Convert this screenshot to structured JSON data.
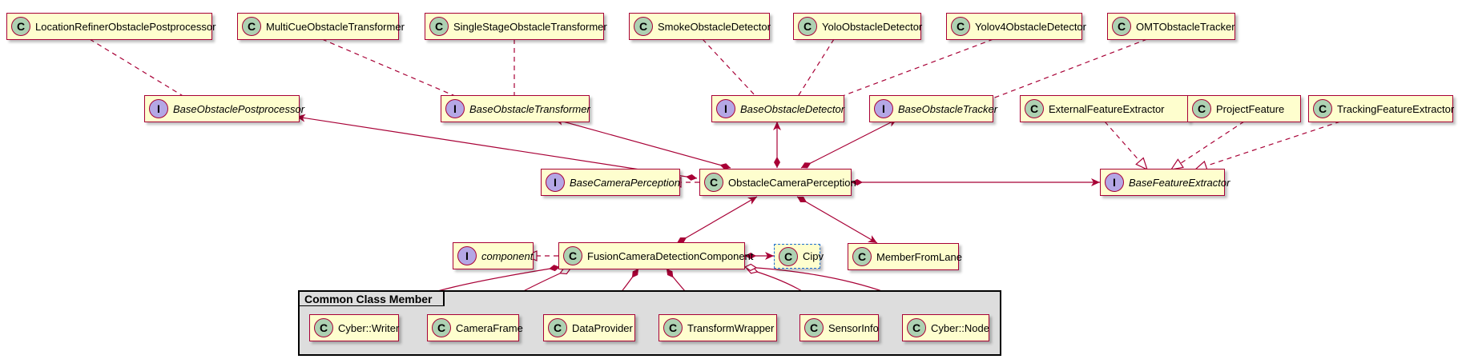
{
  "classes": {
    "location_refiner": "LocationRefinerObstaclePostprocessor",
    "multicue": "MultiCueObstacleTransformer",
    "singlestage": "SingleStageObstacleTransformer",
    "smoke": "SmokeObstacleDetector",
    "yolo": "YoloObstacleDetector",
    "yolov4": "Yolov4ObstacleDetector",
    "omt": "OMTObstacleTracker",
    "external_feature": "ExternalFeatureExtractor",
    "project_feature": "ProjectFeature",
    "tracking_feature": "TrackingFeatureExtractor",
    "obstacle_camera_perception": "ObstacleCameraPerception",
    "fusion_component": "FusionCameraDetectionComponent",
    "cipv": "Cipv",
    "member_from_lane": "MemberFromLane",
    "cyber_writer": "Cyber::Writer",
    "camera_frame": "CameraFrame",
    "data_provider": "DataProvider",
    "transform_wrapper": "TransformWrapper",
    "sensor_info": "SensorInfo",
    "cyber_node": "Cyber::Node"
  },
  "interfaces": {
    "base_postprocessor": "BaseObstaclePostprocessor",
    "base_transformer": "BaseObstacleTransformer",
    "base_detector": "BaseObstacleDetector",
    "base_tracker": "BaseObstacleTracker",
    "base_feature_extractor": "BaseFeatureExtractor",
    "base_camera_perception": "BaseCameraPerception",
    "component": "component"
  },
  "stereotypes": {
    "class": "C",
    "interface": "I"
  },
  "package": {
    "title": "Common Class Member"
  },
  "colors": {
    "edge": "#A80036",
    "class_fill": "#FEFECE",
    "class_badge": "#ADD1B2",
    "interface_badge": "#B4A7E5",
    "package_fill": "#DDDDDD"
  }
}
